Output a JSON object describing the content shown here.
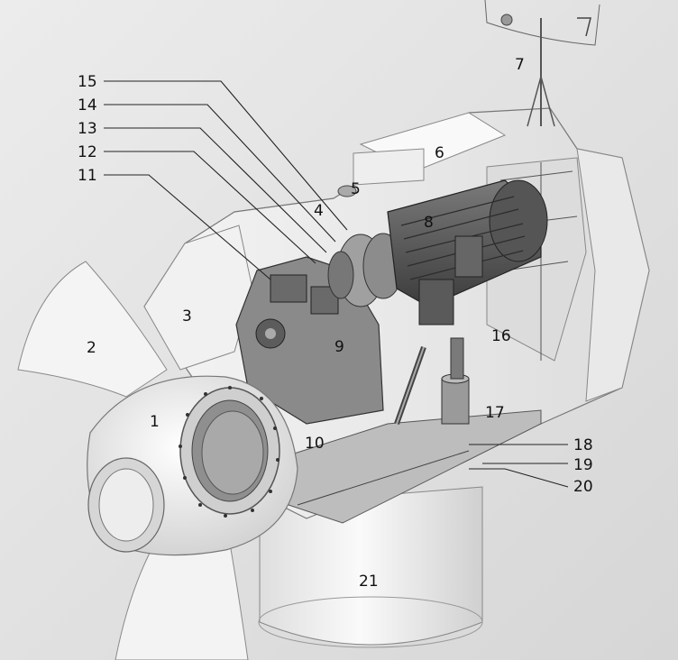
{
  "callouts": [
    {
      "id": "1",
      "text": "1"
    },
    {
      "id": "2",
      "text": "2"
    },
    {
      "id": "3",
      "text": "3"
    },
    {
      "id": "4",
      "text": "4"
    },
    {
      "id": "5",
      "text": "5"
    },
    {
      "id": "6",
      "text": "6"
    },
    {
      "id": "7",
      "text": "7"
    },
    {
      "id": "8",
      "text": "8"
    },
    {
      "id": "9",
      "text": "9"
    },
    {
      "id": "10",
      "text": "10"
    },
    {
      "id": "11",
      "text": "11"
    },
    {
      "id": "12",
      "text": "12"
    },
    {
      "id": "13",
      "text": "13"
    },
    {
      "id": "14",
      "text": "14"
    },
    {
      "id": "15",
      "text": "15"
    },
    {
      "id": "16",
      "text": "16"
    },
    {
      "id": "17",
      "text": "17"
    },
    {
      "id": "18",
      "text": "18"
    },
    {
      "id": "19",
      "text": "19"
    },
    {
      "id": "20",
      "text": "20"
    },
    {
      "id": "21",
      "text": "21"
    }
  ]
}
